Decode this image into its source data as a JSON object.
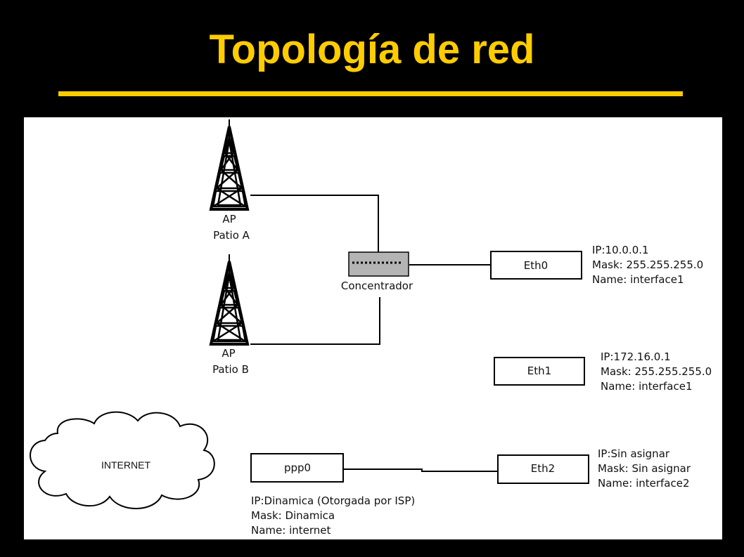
{
  "title": "Topología de red",
  "nodes": {
    "ap_a": {
      "line1": "AP",
      "line2": "Patio A"
    },
    "ap_b": {
      "line1": "AP",
      "line2": "Patio B"
    },
    "hub": {
      "label": "Concentrador"
    },
    "eth0": {
      "label": "Eth0",
      "info": [
        "IP:10.0.0.1",
        "Mask: 255.255.255.0",
        "Name: interface1"
      ]
    },
    "eth1": {
      "label": "Eth1",
      "info": [
        "IP:172.16.0.1",
        "Mask: 255.255.255.0",
        "Name: interface1"
      ]
    },
    "eth2": {
      "label": "Eth2",
      "info": [
        "IP:Sin asignar",
        "Mask: Sin asignar",
        "Name: interface2"
      ]
    },
    "ppp0": {
      "label": "ppp0",
      "info": [
        "IP:Dinamica (Otorgada por ISP)",
        "Mask: Dinamica",
        "Name: internet"
      ]
    },
    "internet": {
      "label": "INTERNET"
    }
  }
}
